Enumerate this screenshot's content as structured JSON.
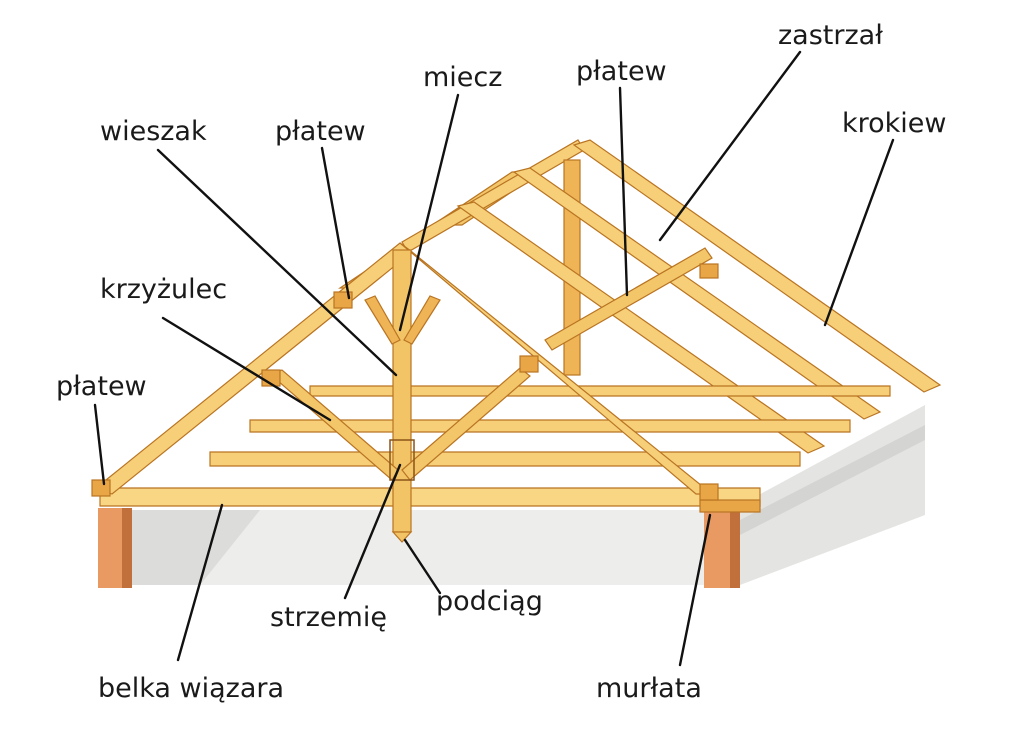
{
  "labels": {
    "wieszak": "wieszak",
    "platew_left_top": "płatew",
    "miecz": "miecz",
    "platew_center_top": "płatew",
    "zastrzal": "zastrzał",
    "krokiew": "krokiew",
    "krzyzulec": "krzyżulec",
    "platew_left": "płatew",
    "strzemie": "strzemię",
    "podciag": "podciąg",
    "belka_wiazara": "belka wiązara",
    "murlata": "murłata"
  },
  "colors": {
    "timber_light": "#f6cf78",
    "timber_mid": "#e9a646",
    "timber_dark": "#b97422",
    "wall": "#ebebea",
    "wall_shade": "#d2d2d0",
    "post": "#e79a63",
    "post_dark": "#c06f3c",
    "leader": "#111111"
  }
}
